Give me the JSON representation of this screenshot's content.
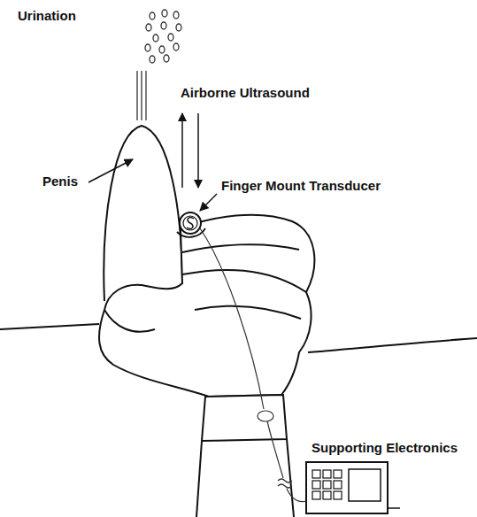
{
  "diagram": {
    "labels": [
      "Urination",
      "Penis",
      "Airborne Ultrasound",
      "Finger Mount Transducer",
      "Supporting Electronics"
    ]
  }
}
